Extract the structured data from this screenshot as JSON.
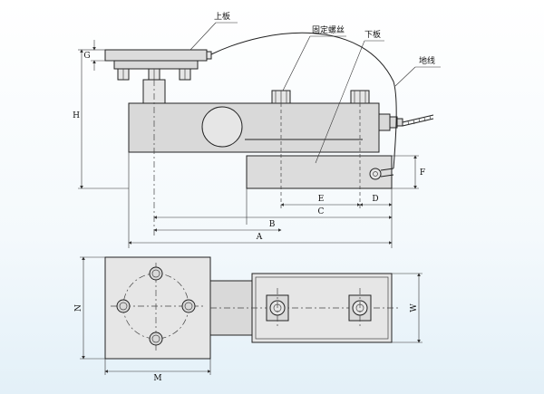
{
  "labels": {
    "top_plate": "上板",
    "fixing_bolt": "固定螺丝",
    "bottom_plate": "下板",
    "ground_wire": "地线"
  },
  "dimensions": {
    "G": "G",
    "H": "H",
    "F": "F",
    "E": "E",
    "D": "D",
    "C": "C",
    "B": "B",
    "A": "A",
    "N": "N",
    "W": "W",
    "M": "M"
  }
}
